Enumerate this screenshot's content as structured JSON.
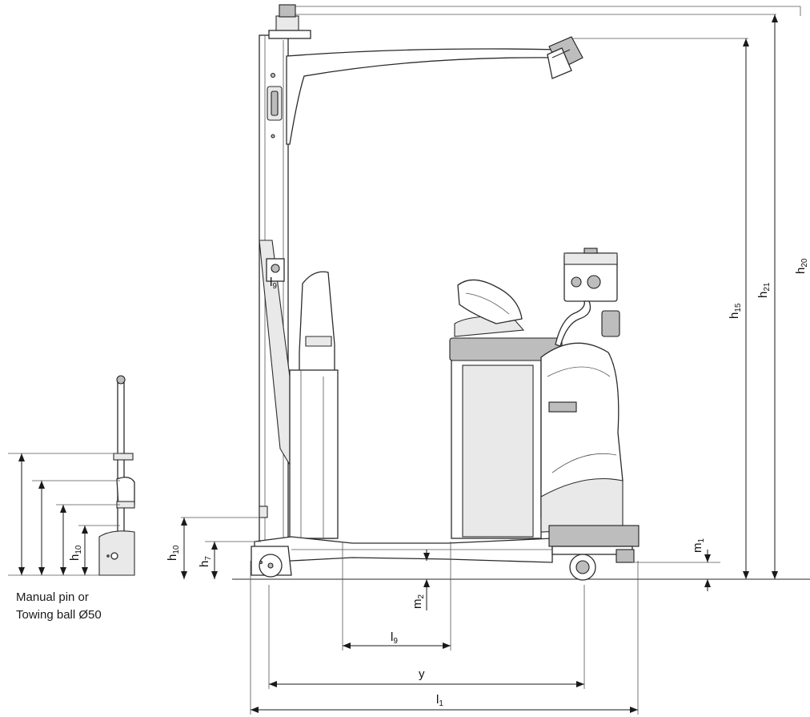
{
  "labels": {
    "h15": {
      "base": "h",
      "sub": "15"
    },
    "h21": {
      "base": "h",
      "sub": "21"
    },
    "h20": {
      "base": "h",
      "sub": "20"
    },
    "h10_inset": {
      "base": "h",
      "sub": "10"
    },
    "h10_main": {
      "base": "h",
      "sub": "10"
    },
    "h7": {
      "base": "h",
      "sub": "7"
    },
    "m1": {
      "base": "m",
      "sub": "1"
    },
    "m2": {
      "base": "m",
      "sub": "2"
    },
    "l9_dim": {
      "base": "l",
      "sub": "9"
    },
    "l9_mark": {
      "base": "l",
      "sub": "9"
    },
    "y": {
      "base": "y"
    },
    "l1": {
      "base": "l",
      "sub": "1"
    }
  },
  "caption": {
    "line1": "Manual pin  or",
    "line2": "Towing ball Ø50"
  }
}
